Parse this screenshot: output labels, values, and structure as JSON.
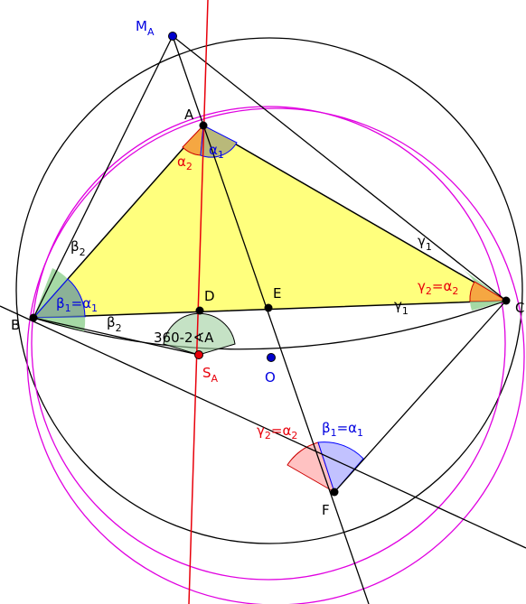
{
  "points": {
    "MA": {
      "main": "M",
      "sub": "A"
    },
    "A": "A",
    "B": "B",
    "C": "C",
    "D": "D",
    "E": "E",
    "F": "F",
    "SA": {
      "main": "S",
      "sub": "A"
    },
    "O": "O"
  },
  "angles": {
    "alpha1": {
      "main": "α",
      "sub": "1"
    },
    "alpha2": {
      "main": "α",
      "sub": "2"
    },
    "beta2_top": {
      "main": "β",
      "sub": "2"
    },
    "beta2_low": {
      "main": "β",
      "sub": "2"
    },
    "beta1_eq_alpha1_B": {
      "a": "β",
      "as": "1",
      "eq": "=α",
      "bs": "1"
    },
    "gamma1_top": {
      "main": "γ",
      "sub": "1"
    },
    "gamma1_low": {
      "main": "γ",
      "sub": "1"
    },
    "gamma2_eq_alpha2_C": {
      "a": "γ",
      "as": "2",
      "eq": "=α",
      "bs": "2"
    },
    "gamma2_eq_alpha2_F": {
      "a": "γ",
      "as": "2",
      "eq": "=α",
      "bs": "2"
    },
    "beta1_eq_alpha1_F": {
      "a": "β",
      "as": "1",
      "eq": "=α",
      "bs": "1"
    },
    "angle_360": "360-2∢A"
  },
  "colors": {
    "triangle_fill": "#ffff66",
    "line": "#000000",
    "red_line": "#e8000b",
    "magenta_circle": "#e000e0",
    "point_blue": "#0000cc",
    "angle_orange": "#f5a742",
    "angle_olive": "#b9b97a",
    "angle_green": "#8fd08f",
    "angle_pink": "#ffb3b3",
    "angle_blue": "#9999ff"
  }
}
